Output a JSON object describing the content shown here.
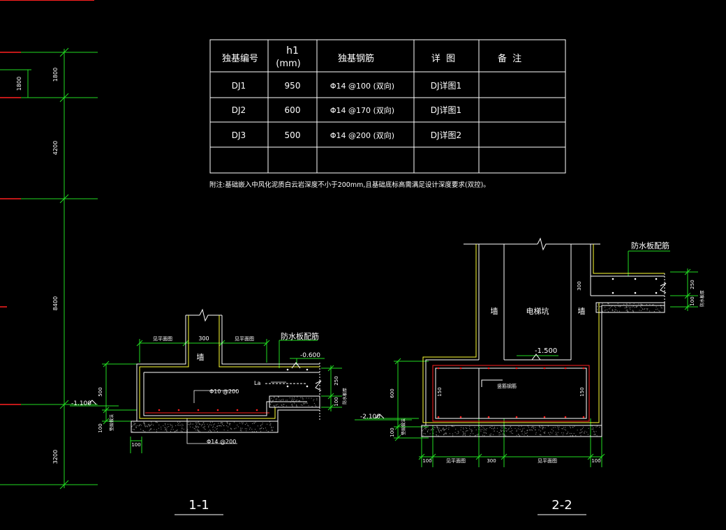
{
  "colors": {
    "background": "#000000",
    "white": "#ffffff",
    "dim": "#22dd22",
    "red": "#ff2020",
    "yellow": "#ffff33",
    "gray": "#bdbdbd"
  },
  "table": {
    "headers": [
      "独基编号",
      "h1",
      "(mm)",
      "独基钢筋",
      "详  图",
      "备  注"
    ],
    "rows": [
      [
        "DJ1",
        "950",
        "Φ14 @100 (双向)",
        "DJ详图1",
        ""
      ],
      [
        "DJ2",
        "600",
        "Φ14 @170 (双向)",
        "DJ详图1",
        ""
      ],
      [
        "DJ3",
        "500",
        "Φ14 @200 (双向)",
        "DJ详图2",
        ""
      ],
      [
        "",
        "",
        "",
        "",
        ""
      ]
    ],
    "note": "附注:基础嵌入中风化泥质白云岩深度不小于200mm,且基础底标高需满足设计深度要求(双控)。"
  },
  "left_dims": {
    "a": "1800",
    "b": "1800",
    "c": "4200",
    "d": "8400",
    "e": "3200"
  },
  "section1": {
    "title": "1-1",
    "dim_top_left": "见平面图",
    "dim_top_mid": "300",
    "dim_top_right": "见平面图",
    "wall": "墙",
    "waterproof": "防水板配筋",
    "elev_top": "-0.600",
    "elev_left": "-1.100",
    "la": "La",
    "rebar_top": "Φ10 @200",
    "rebar_bot": "Φ14 @200",
    "dim_500": "500",
    "dim_100_side": "100",
    "dim_100_bot": "100",
    "dim_250": "250",
    "dim_100_r": "100",
    "cushion": "垫层做法",
    "thick": "防水板厚"
  },
  "section2": {
    "title": "2-2",
    "waterproof": "防水板配筋",
    "wall_l": "墙",
    "wall_r": "墙",
    "pit": "电梯坑",
    "elev_pit": "-1.500",
    "elev_left": "-2.100",
    "rebar": "竖筋钢筋",
    "dim_150_l": "150",
    "dim_150_r": "150",
    "dim_300": "300",
    "dim_250": "250",
    "dim_100_r": "100",
    "dim_600": "600",
    "dim_100_side": "100",
    "dim_b1": "100",
    "dim_b2": "见平面图",
    "dim_b3": "300",
    "dim_b4": "见平面图",
    "dim_b5": "100",
    "cushion": "垫层做法",
    "thick": "防水板厚"
  }
}
